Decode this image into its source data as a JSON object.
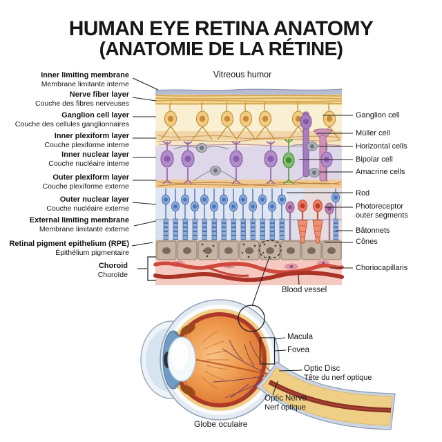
{
  "title": {
    "line1": "HUMAN EYE RETINA ANATOMY",
    "line2": "(ANATOMIE DE LA RÉTINE)"
  },
  "vitreous_label": "Vitreous humor",
  "layer_labels": [
    {
      "en": "Inner limiting membrane",
      "fr": "Membrane limitante interne"
    },
    {
      "en": "Nerve fiber layer",
      "fr": "Couche des fibres nerveuses"
    },
    {
      "en": "Ganglion cell layer",
      "fr": "Couche des cellules ganglionnaires"
    },
    {
      "en": "Inner plexiform layer",
      "fr": "Couche plexiforme interne"
    },
    {
      "en": "Inner nuclear layer",
      "fr": "Couche nucléaire interne"
    },
    {
      "en": "Outer plexiform layer",
      "fr": "Couche plexiforme externe"
    },
    {
      "en": "Outer nuclear layer",
      "fr": "Couche nucléaire externe"
    },
    {
      "en": "External limiting membrane",
      "fr": "Membrane limitante externe"
    },
    {
      "en": "Retinal pigment epithelium (RPE)",
      "fr": "Épithélium pigmentaire"
    },
    {
      "en": "Choroid",
      "fr": "Choroïde"
    }
  ],
  "cell_labels": [
    "Ganglion cell",
    "Müller cell",
    "Horizontal cells",
    "Bipolar cell",
    "Amacrine cells",
    "Rod",
    "Photoreceptor outer segments",
    "Bâtonnets",
    "Cônes",
    "Choriocapillaris"
  ],
  "eye_labels": {
    "blood_vessel": "Blood vessel",
    "macula": "Macula",
    "fovea": "Fovea",
    "optic_disc_en": "Optic Disc",
    "optic_disc_fr": "Tête du nerf optique",
    "optic_nerve_en": "Optic Nerve",
    "optic_nerve_fr": "Nerf optique",
    "globe": "Globe oculaire"
  },
  "palette": {
    "nerve_fiber_layer": "#f2d795",
    "ganglion_cell_layer": "#f9efd2",
    "inner_nuclear_layer": "#ded7e9",
    "outer_plexiform_layer": "#f0ca92",
    "outer_nuclear_layer": "#e0e6f1",
    "rpe_tan": "#c6b4a5",
    "choroid_pink": "#f6c9c0",
    "vessel_red": "#c84438",
    "rod_blue": "#8cadd9",
    "cone_orange": "#ef8a70",
    "bipolar_purple": "#b28cc8",
    "mueller_pink": "#d094b8",
    "bipolar_green": "#82bc6e",
    "eye_vitreous_orange": "#ee9a4e",
    "eye_choroid_ring_red": "#ad3a28",
    "eye_band_yellow": "#efcf86"
  }
}
